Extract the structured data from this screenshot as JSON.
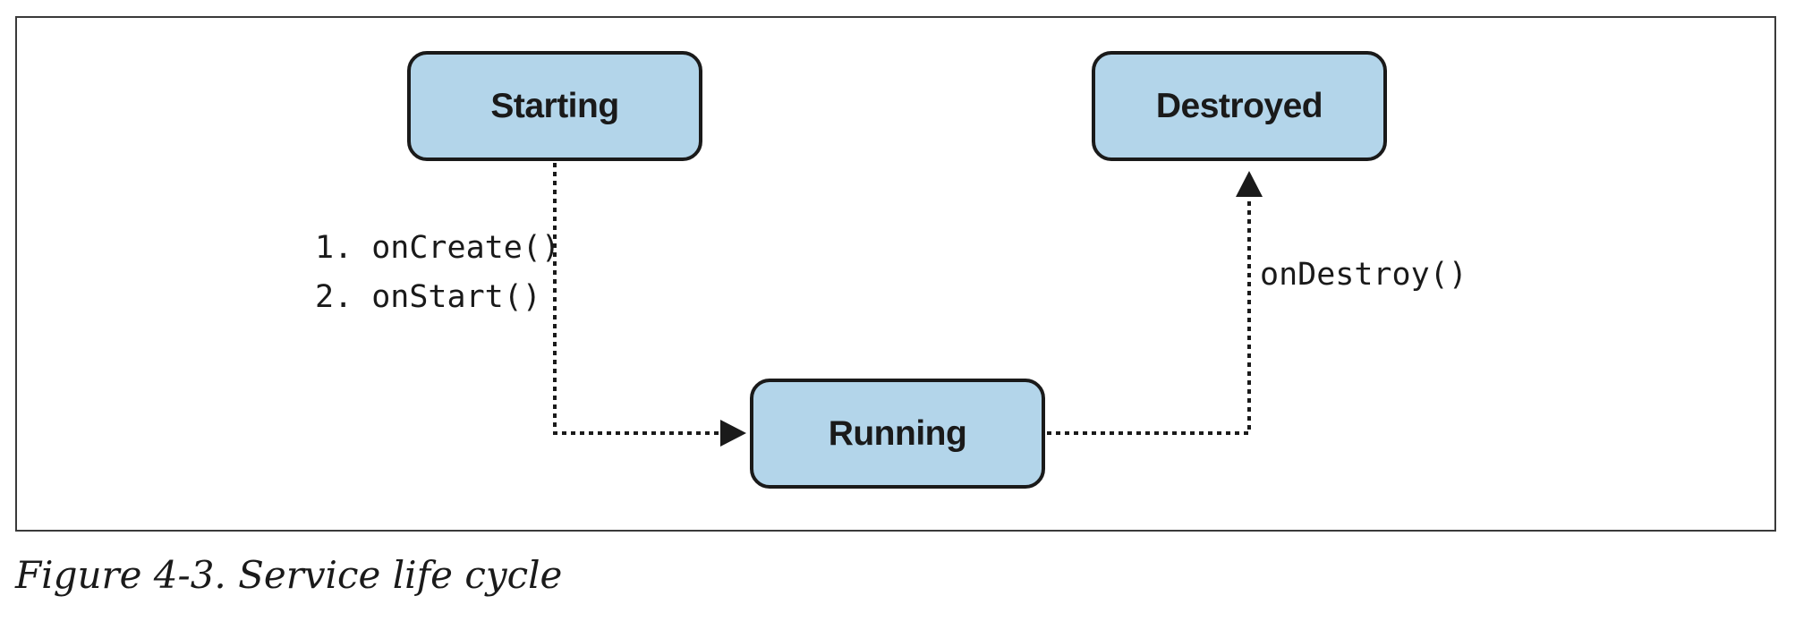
{
  "diagram": {
    "states": {
      "starting": "Starting",
      "destroyed": "Destroyed",
      "running": "Running"
    },
    "transitions": {
      "starting_to_running": {
        "line1": "1. onCreate()",
        "line2": "2. onStart()"
      },
      "running_to_destroyed": {
        "label": "onDestroy()"
      }
    },
    "style": {
      "state_fill": "#b3d5ea",
      "state_border": "#1a1a1a",
      "arrow_color": "#1a1a1a"
    }
  },
  "caption": "Figure 4-3. Service life cycle"
}
